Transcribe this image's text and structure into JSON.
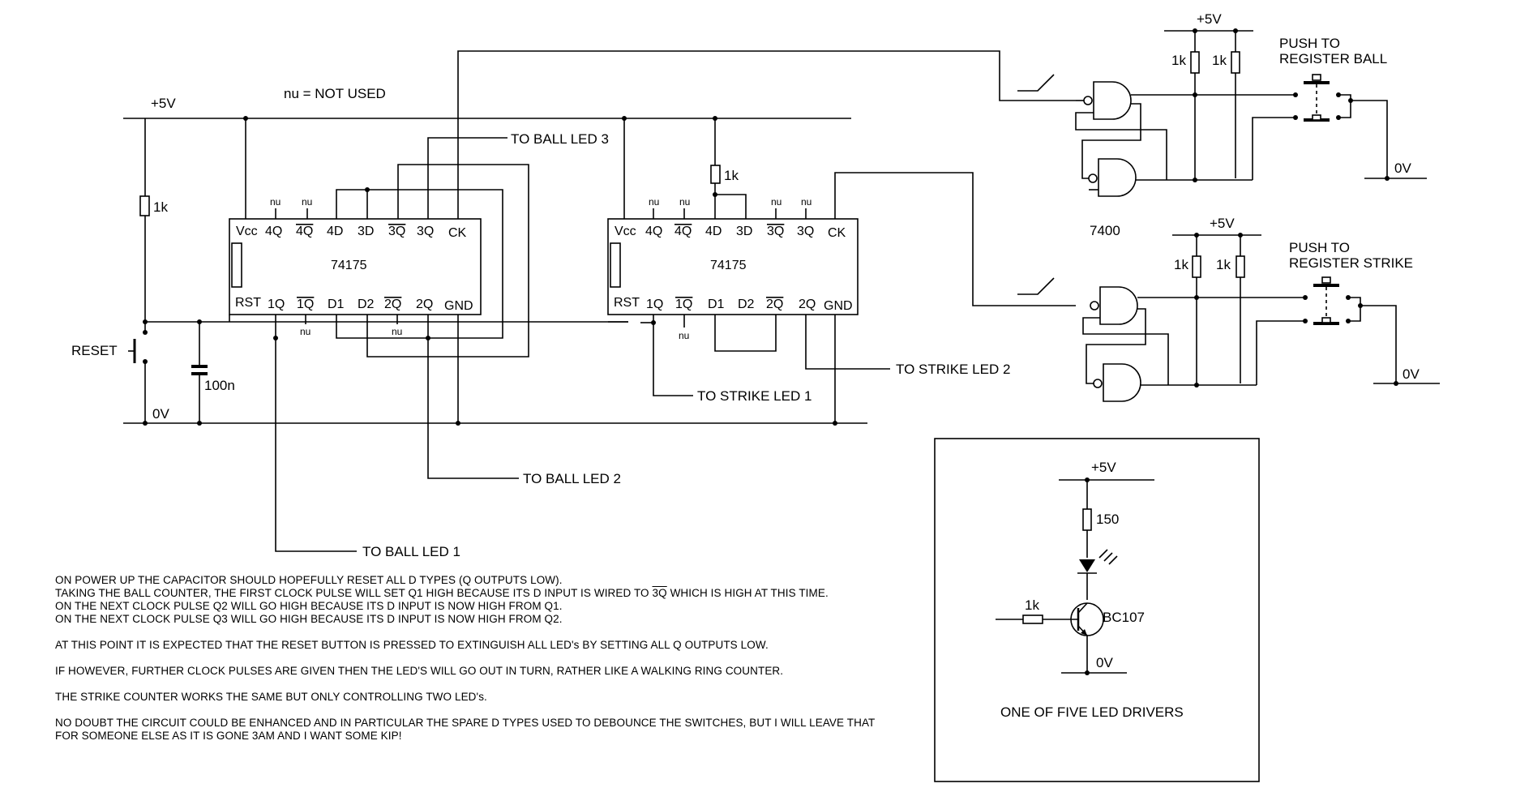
{
  "supply": {
    "vcc_label": "+5V",
    "gnd_label": "0V"
  },
  "legend": {
    "not_used": "nu = NOT USED",
    "nu": "nu"
  },
  "reset": {
    "label": "RESET",
    "resistor": "1k",
    "capacitor": "100n"
  },
  "chip_left": {
    "name": "74175",
    "top_pins": [
      "Vcc",
      "4Q",
      "4Q",
      "4D",
      "3D",
      "3Q",
      "3Q",
      "CK"
    ],
    "bottom_pins": [
      "RST",
      "1Q",
      "1Q",
      "D1",
      "D2",
      "2Q",
      "2Q",
      "GND"
    ]
  },
  "chip_right": {
    "name": "74175",
    "pullup": "1k",
    "top_pins": [
      "Vcc",
      "4Q",
      "4Q",
      "4D",
      "3D",
      "3Q",
      "3Q",
      "CK"
    ],
    "bottom_pins": [
      "RST",
      "1Q",
      "1Q",
      "D1",
      "D2",
      "2Q",
      "GND"
    ]
  },
  "outputs": {
    "ball_led_1": "TO BALL LED 1",
    "ball_led_2": "TO BALL LED 2",
    "ball_led_3": "TO BALL LED 3",
    "strike_led_1": "TO STRIKE LED 1",
    "strike_led_2": "TO STRIKE LED 2"
  },
  "debounce": {
    "gate_chip": "7400",
    "ball": {
      "supply": "+5V",
      "r1": "1k",
      "r2": "1k",
      "switch_label": [
        "PUSH TO",
        "REGISTER BALL"
      ],
      "gnd": "0V"
    },
    "strike": {
      "supply": "+5V",
      "r1": "1k",
      "r2": "1k",
      "switch_label": [
        "PUSH TO",
        "REGISTER STRIKE"
      ],
      "gnd": "0V"
    }
  },
  "led_driver": {
    "supply": "+5V",
    "resistor": "150",
    "base_resistor": "1k",
    "transistor": "BC107",
    "gnd": "0V",
    "caption": "ONE OF FIVE LED DRIVERS"
  },
  "notes": [
    "ON POWER UP THE CAPACITOR SHOULD HOPEFULLY RESET ALL D TYPES (Q OUTPUTS LOW).",
    "TAKING THE BALL COUNTER, THE FIRST CLOCK PULSE WILL SET Q1 HIGH BECAUSE ITS D INPUT IS WIRED TO",
    "3Q",
    "WHICH IS HIGH AT THIS TIME.",
    "ON THE NEXT CLOCK PULSE Q2 WILL GO HIGH BECAUSE ITS D INPUT IS NOW HIGH FROM Q1.",
    "ON THE NEXT CLOCK PULSE Q3 WILL GO HIGH BECAUSE ITS D INPUT IS NOW HIGH FROM Q2.",
    "AT THIS POINT IT IS EXPECTED THAT THE RESET BUTTON IS PRESSED TO EXTINGUISH ALL LED's BY SETTING ALL Q OUTPUTS LOW.",
    "IF HOWEVER, FURTHER CLOCK PULSES ARE GIVEN THEN THE LED'S WILL GO OUT IN TURN, RATHER LIKE A WALKING RING COUNTER.",
    "THE STRIKE COUNTER WORKS THE SAME BUT ONLY CONTROLLING TWO LED's.",
    "NO DOUBT THE CIRCUIT COULD BE ENHANCED AND IN PARTICULAR THE SPARE D TYPES USED TO DEBOUNCE THE SWITCHES, BUT I WILL LEAVE THAT",
    "FOR SOMEONE ELSE AS IT IS GONE 3AM AND I WANT SOME KIP!"
  ]
}
